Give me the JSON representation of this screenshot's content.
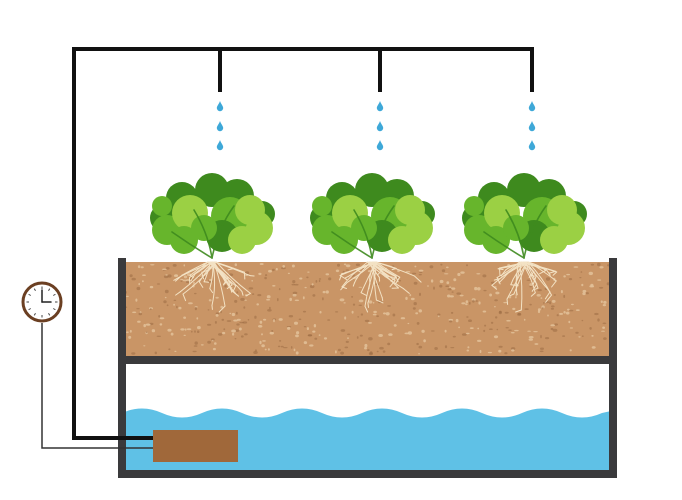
{
  "diagram": {
    "components": [
      {
        "id": "drip-line",
        "icon": "pipe-icon"
      },
      {
        "id": "drip-emitter",
        "icon": "water-drop-icon",
        "count": 3
      },
      {
        "id": "lettuce-plant",
        "icon": "lettuce-icon",
        "count": 3
      },
      {
        "id": "grow-bed",
        "icon": "soil-tray-icon"
      },
      {
        "id": "reservoir",
        "icon": "water-tank-icon"
      },
      {
        "id": "pump",
        "icon": "pump-icon"
      },
      {
        "id": "timer",
        "icon": "clock-icon"
      }
    ],
    "colors": {
      "pipe": "#111111",
      "drop": "#3ea8d8",
      "soil": "#c99566",
      "soil_speck_light": "#e3c29a",
      "soil_speck_dark": "#9a6c43",
      "root": "#f3e2c4",
      "water": "#5fc1e6",
      "tank": "#3a3a3c",
      "pump": "#a0683a",
      "timer_ring": "#6b3f22",
      "leaf_dark": "#3e8a1e",
      "leaf_mid": "#67b52c",
      "leaf_light": "#9bd044"
    }
  }
}
